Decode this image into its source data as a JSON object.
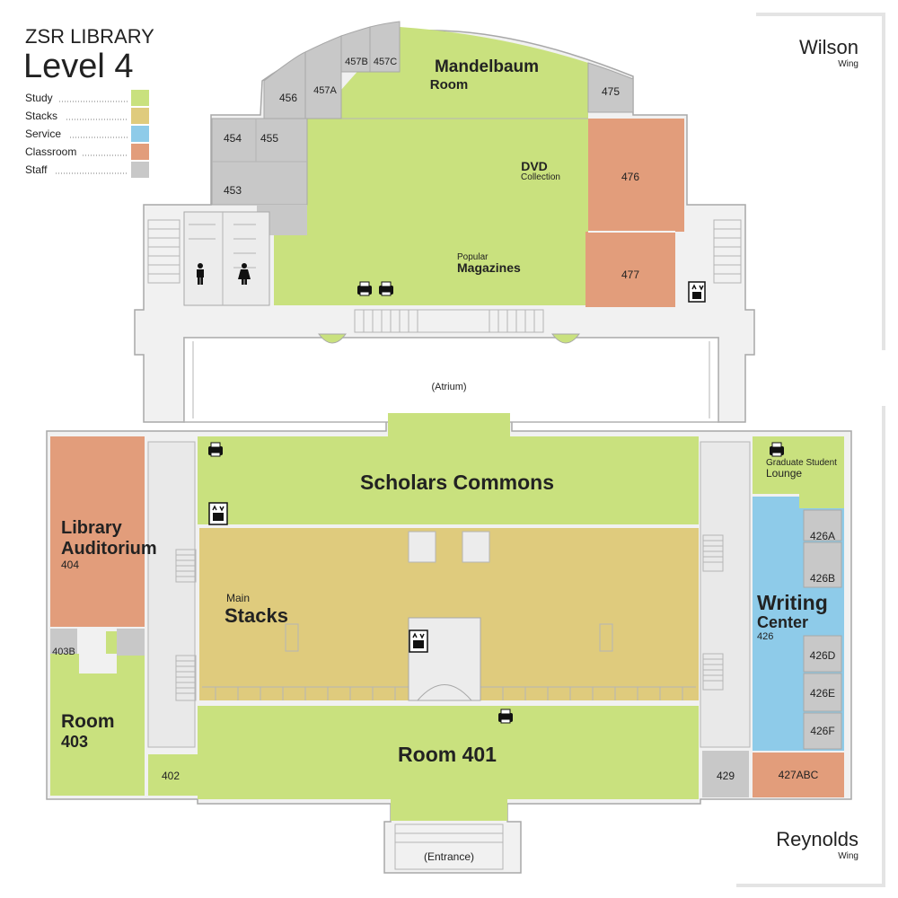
{
  "header": {
    "library": "ZSR LIBRARY",
    "level": "Level 4"
  },
  "legend": [
    {
      "label": "Study",
      "color": "#c9e17e"
    },
    {
      "label": "Stacks",
      "color": "#dfcb7d"
    },
    {
      "label": "Service",
      "color": "#8ecbe9"
    },
    {
      "label": "Classroom",
      "color": "#e29d7b"
    },
    {
      "label": "Staff",
      "color": "#c8c8c8"
    }
  ],
  "wings": {
    "wilson": {
      "name": "Wilson",
      "sub": "Wing"
    },
    "reynolds": {
      "name": "Reynolds",
      "sub": "Wing"
    }
  },
  "rooms": {
    "mandelbaum_1": "Mandelbaum",
    "mandelbaum_2": "Room",
    "dvd_1": "DVD",
    "dvd_2": "Collection",
    "popular_1": "Popular",
    "popular_2": "Magazines",
    "r456": "456",
    "r457a": "457A",
    "r457b": "457B",
    "r457c": "457C",
    "r475": "475",
    "r454": "454",
    "r455": "455",
    "r453": "453",
    "r476": "476",
    "r477": "477",
    "atrium": "(Atrium)",
    "scholars": "Scholars Commons",
    "library_1": "Library",
    "library_2": "Auditorium",
    "r404": "404",
    "main_1": "Main",
    "main_2": "Stacks",
    "grad_1": "Graduate Student",
    "grad_2": "Lounge",
    "r426a": "426A",
    "r426b": "426B",
    "writing_1": "Writing",
    "writing_2": "Center",
    "r426": "426",
    "r426d": "426D",
    "r426e": "426E",
    "r426f": "426F",
    "r403b": "403B",
    "room403_1": "Room",
    "room403_2": "403",
    "room401": "Room 401",
    "r402": "402",
    "r429": "429",
    "r427": "427ABC",
    "entrance": "(Entrance)"
  },
  "icons": [
    "printer-icon",
    "elevator-icon",
    "mens-restroom-icon",
    "womens-restroom-icon"
  ]
}
